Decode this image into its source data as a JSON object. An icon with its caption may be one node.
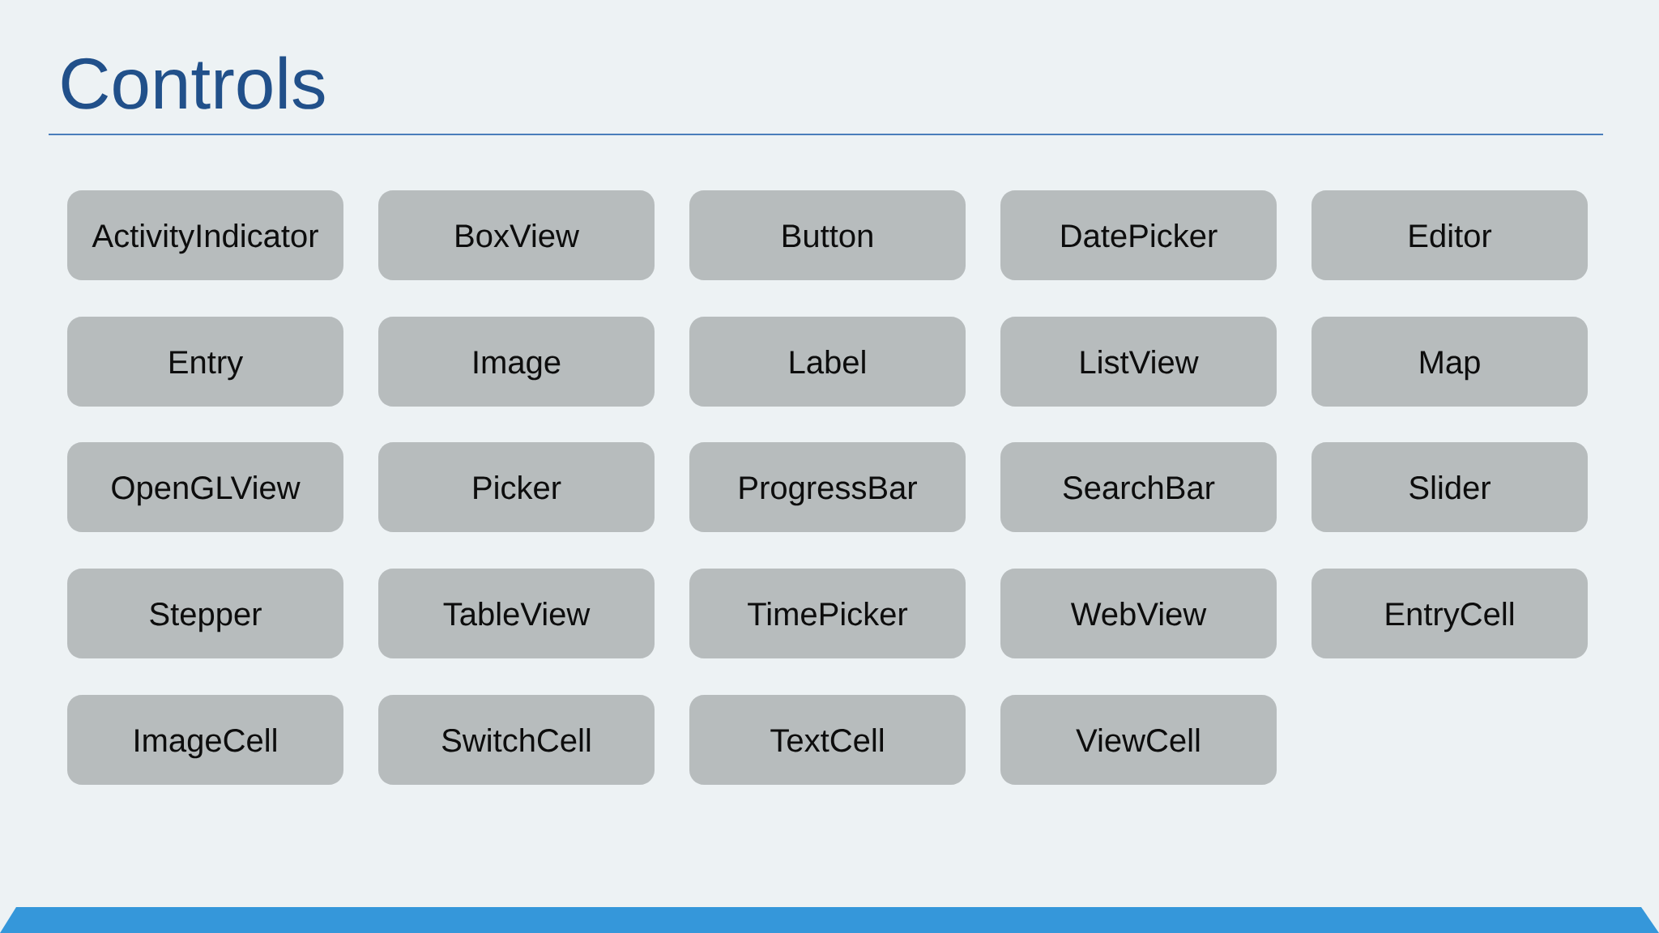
{
  "diagram": {
    "title": "Controls",
    "nodes": [
      {
        "text": [
          "ActivityIndicator"
        ]
      },
      {
        "text": [
          "BoxView"
        ]
      },
      {
        "text": [
          "Button"
        ]
      },
      {
        "text": [
          "DatePicker"
        ]
      },
      {
        "text": [
          "Editor"
        ]
      },
      {
        "text": [
          "Entry"
        ]
      },
      {
        "text": [
          "Image"
        ]
      },
      {
        "text": [
          "Label"
        ]
      },
      {
        "text": [
          "ListView"
        ]
      },
      {
        "text": [
          "Map"
        ]
      },
      {
        "text": [
          "OpenGLView"
        ]
      },
      {
        "text": [
          "Picker"
        ]
      },
      {
        "text": [
          "ProgressBar"
        ]
      },
      {
        "text": [
          "SearchBar"
        ]
      },
      {
        "text": [
          "Slider"
        ]
      },
      {
        "text": [
          "Stepper"
        ]
      },
      {
        "text": [
          "TableView"
        ]
      },
      {
        "text": [
          "TimePicker"
        ]
      },
      {
        "text": [
          "WebView"
        ]
      },
      {
        "text": [
          "EntryCell"
        ]
      },
      {
        "text": [
          "ImageCell"
        ]
      },
      {
        "text": [
          "SwitchCell"
        ]
      },
      {
        "text": [
          "TextCell"
        ]
      },
      {
        "text": [
          "ViewCell"
        ]
      }
    ]
  }
}
